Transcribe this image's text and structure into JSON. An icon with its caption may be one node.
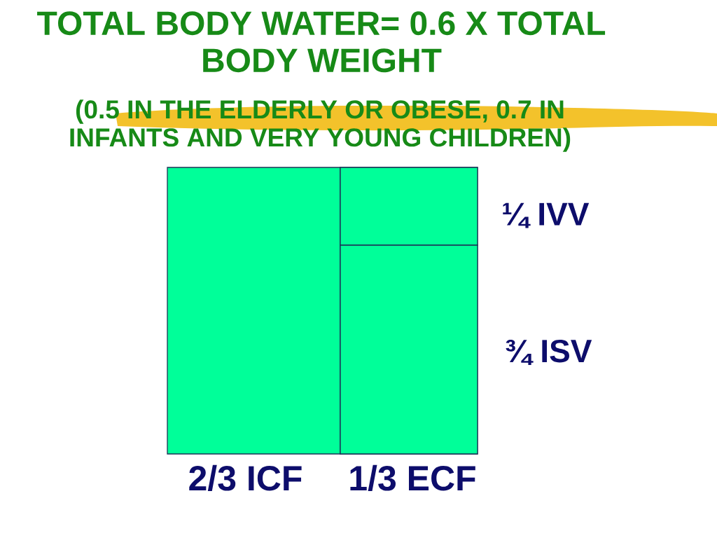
{
  "diagram": {
    "title": "TOTAL BODY WATER= 0.6 X TOTAL BODY WEIGHT",
    "nodes": [
      {
        "text": [],
        "shape": "box",
        "beside": [
          "2/3 ICF"
        ]
      },
      {
        "text": [],
        "shape": "box",
        "beside": [
          "1/3 ECF"
        ]
      },
      {
        "text": [],
        "shape": "box",
        "in": 1,
        "beside": [
          "¼ IVV"
        ]
      },
      {
        "text": [],
        "shape": "box",
        "in": 1,
        "beside": [
          "¾ ISV"
        ]
      }
    ],
    "labels": [
      "(0.5 IN THE ELDERLY OR OBESE, 0.7 IN INFANTS AND VERY YOUNG CHILDREN)"
    ]
  }
}
